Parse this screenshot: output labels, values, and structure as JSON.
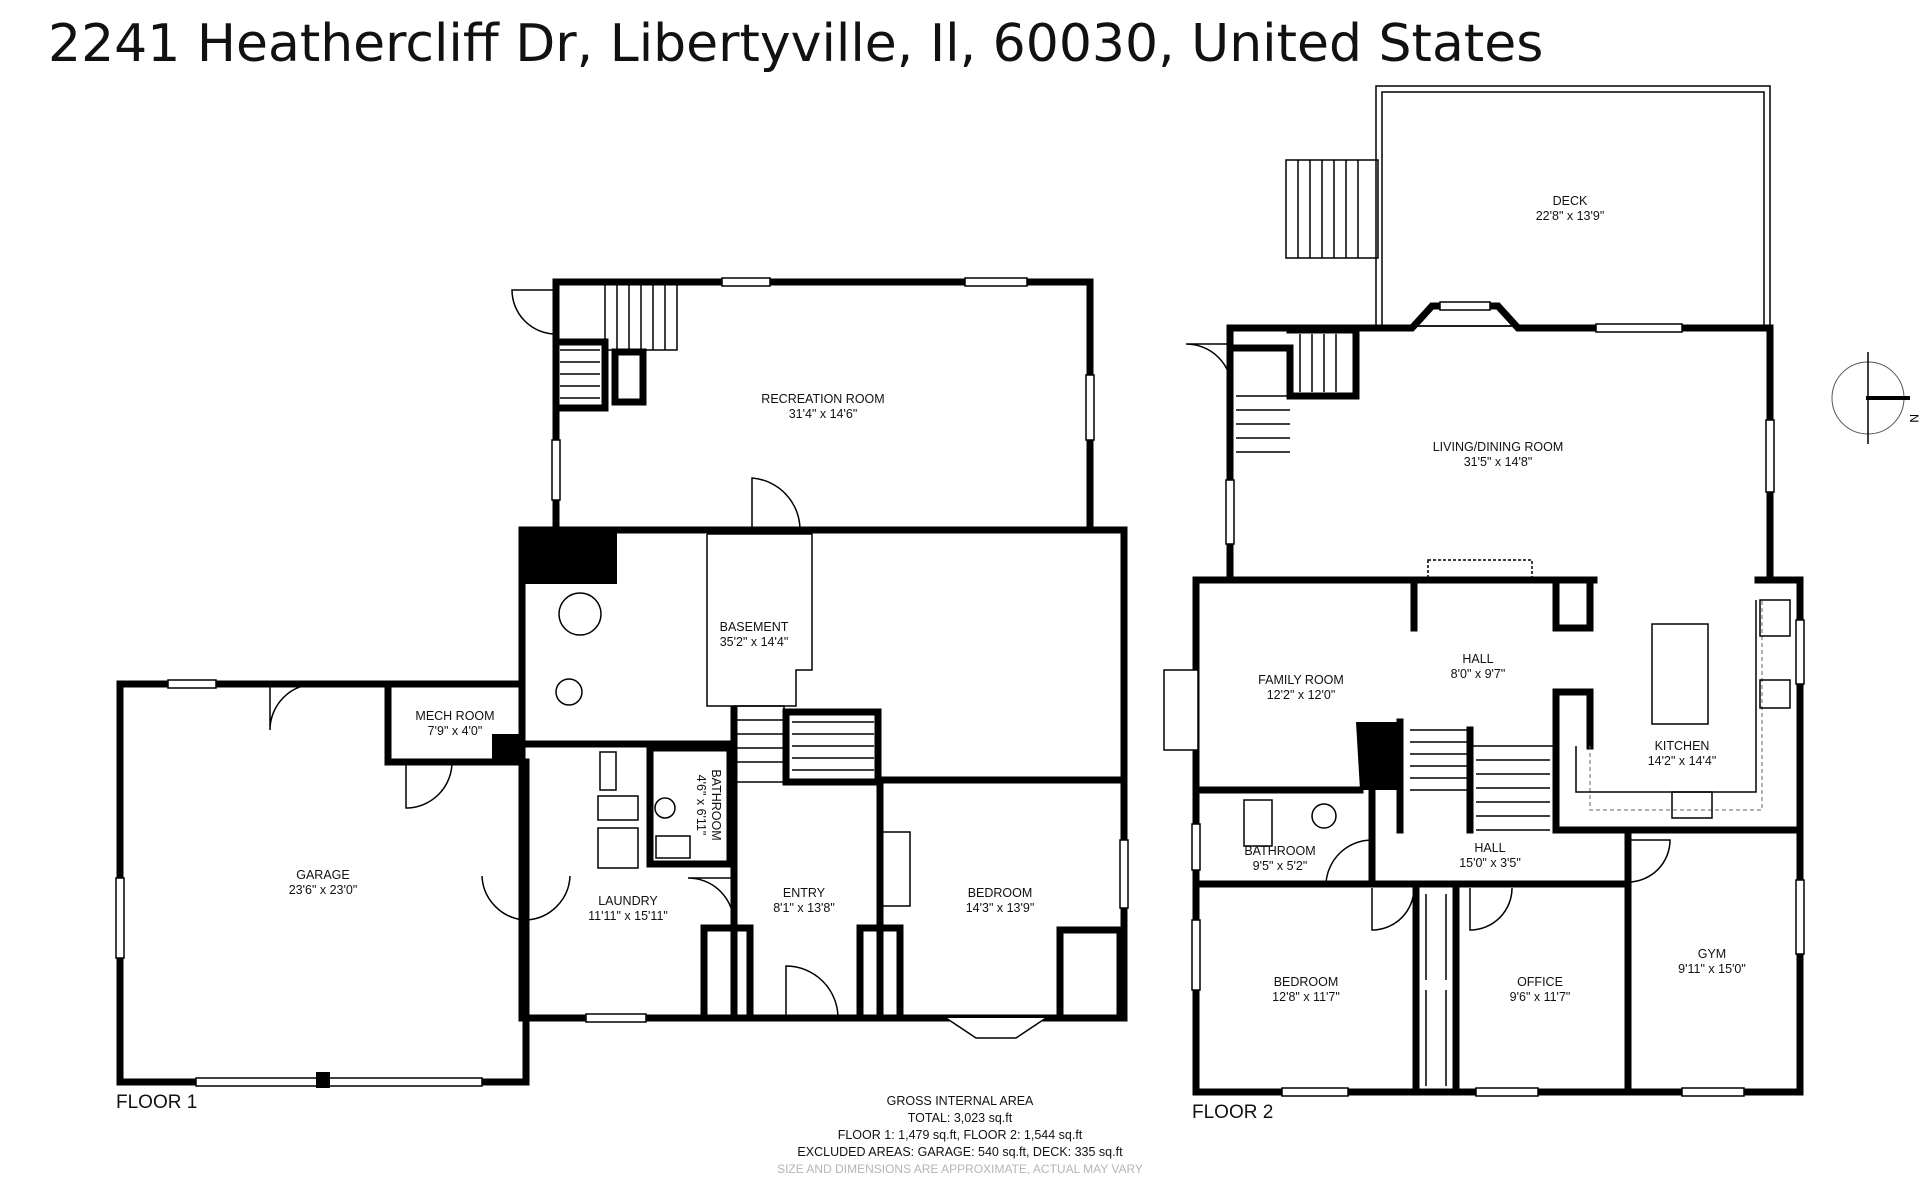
{
  "title": "2241 Heathercliff Dr, Libertyville, Il, 60030, United States",
  "floors": [
    {
      "label": "FLOOR 1",
      "rooms": [
        {
          "id": "recreation-room",
          "name": "RECREATION ROOM",
          "dims": "31'4\" x 14'6\""
        },
        {
          "id": "basement",
          "name": "BASEMENT",
          "dims": "35'2\" x 14'4\""
        },
        {
          "id": "mech-room",
          "name": "MECH ROOM",
          "dims": "7'9\" x 4'0\""
        },
        {
          "id": "garage",
          "name": "GARAGE",
          "dims": "23'6\" x 23'0\""
        },
        {
          "id": "bathroom-1",
          "name": "BATHROOM",
          "dims": "4'6\" x 6'11\""
        },
        {
          "id": "laundry",
          "name": "LAUNDRY",
          "dims": "11'11\" x 15'11\""
        },
        {
          "id": "entry",
          "name": "ENTRY",
          "dims": "8'1\" x 13'8\""
        },
        {
          "id": "bedroom-1",
          "name": "BEDROOM",
          "dims": "14'3\" x 13'9\""
        }
      ]
    },
    {
      "label": "FLOOR 2",
      "rooms": [
        {
          "id": "deck",
          "name": "DECK",
          "dims": "22'8\" x 13'9\""
        },
        {
          "id": "living-dining",
          "name": "LIVING/DINING ROOM",
          "dims": "31'5\" x 14'8\""
        },
        {
          "id": "family-room",
          "name": "FAMILY ROOM",
          "dims": "12'2\" x 12'0\""
        },
        {
          "id": "hall-upper",
          "name": "HALL",
          "dims": "8'0\" x 9'7\""
        },
        {
          "id": "kitchen",
          "name": "KITCHEN",
          "dims": "14'2\" x 14'4\""
        },
        {
          "id": "bathroom-2",
          "name": "BATHROOM",
          "dims": "9'5\" x 5'2\""
        },
        {
          "id": "hall-lower",
          "name": "HALL",
          "dims": "15'0\" x 3'5\""
        },
        {
          "id": "bedroom-2",
          "name": "BEDROOM",
          "dims": "12'8\" x 11'7\""
        },
        {
          "id": "office",
          "name": "OFFICE",
          "dims": "9'6\" x 11'7\""
        },
        {
          "id": "gym",
          "name": "GYM",
          "dims": "9'11\" x 15'0\""
        }
      ]
    }
  ],
  "area": {
    "heading": "GROSS INTERNAL AREA",
    "total": "TOTAL: 3,023 sq.ft",
    "floors": "FLOOR 1: 1,479 sq.ft, FLOOR 2: 1,544 sq.ft",
    "excluded": "EXCLUDED AREAS: GARAGE: 540 sq.ft, DECK: 335 sq.ft",
    "disclaimer": "SIZE AND DIMENSIONS ARE APPROXIMATE, ACTUAL MAY VARY"
  },
  "compass": {
    "label": "N"
  },
  "colors": {
    "walls": "#000000",
    "text": "#111111",
    "disclaimer": "#b5b5b5"
  }
}
